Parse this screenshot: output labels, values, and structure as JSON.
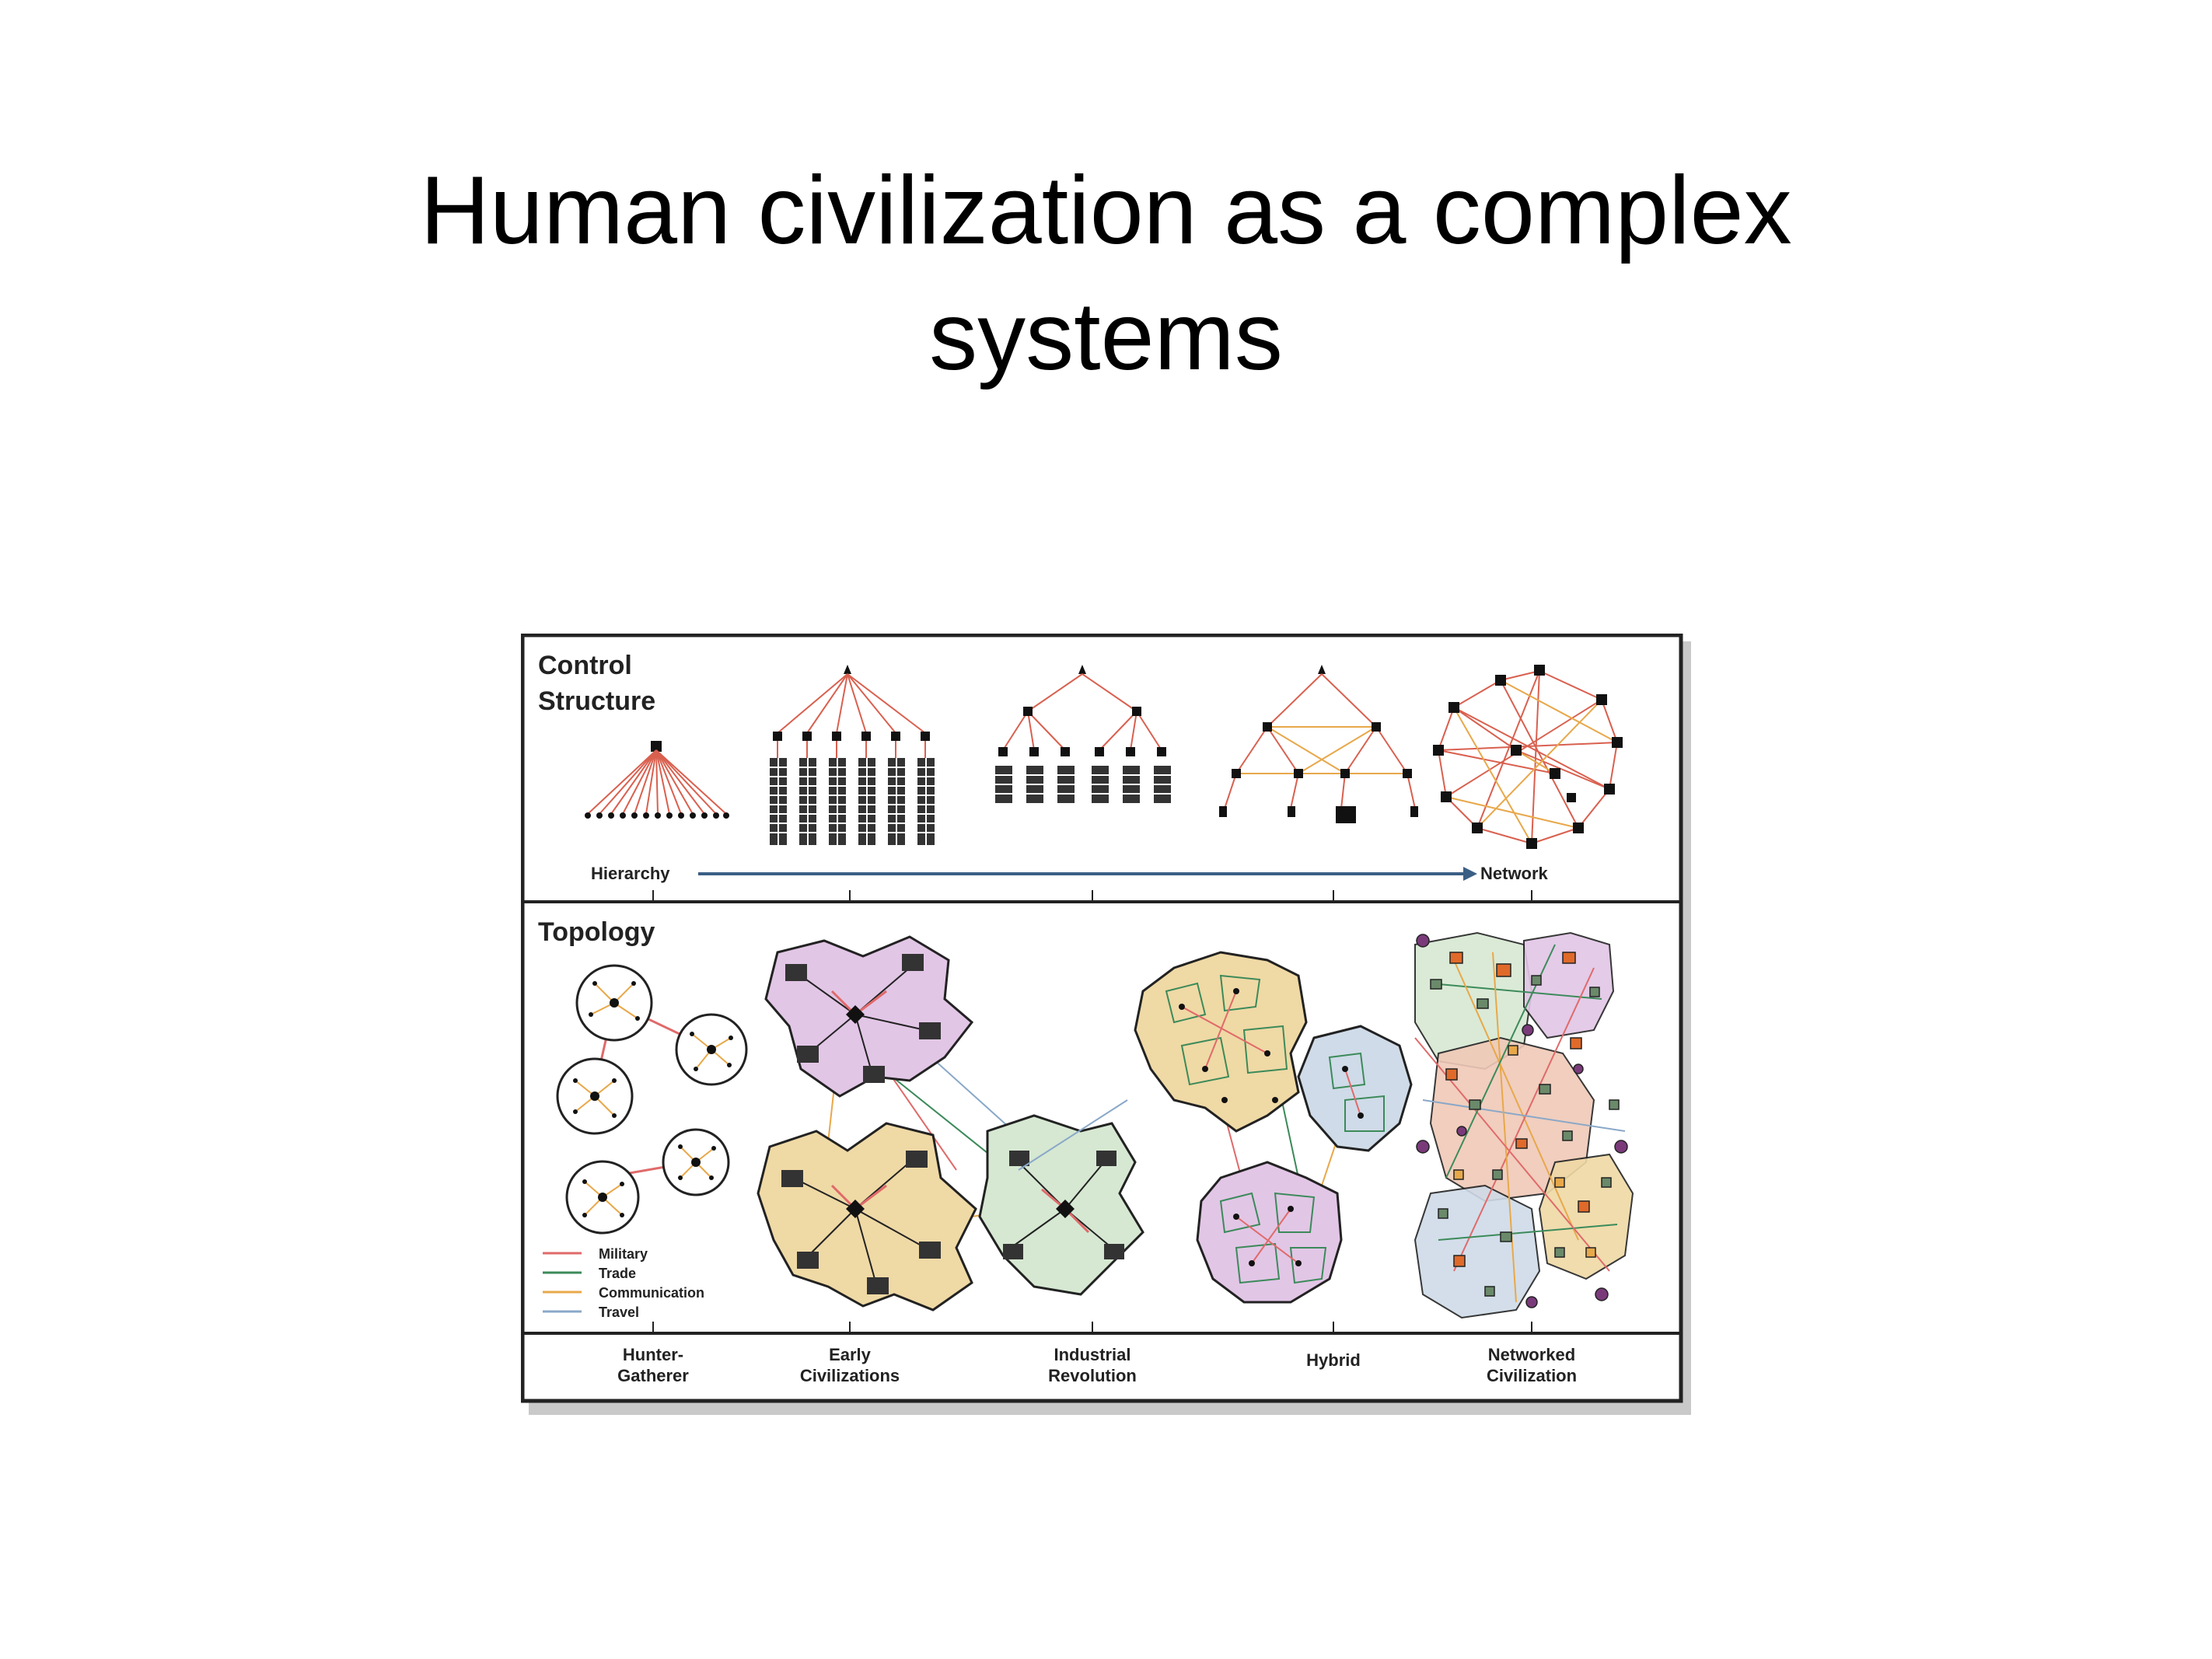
{
  "slide": {
    "title_line1": "Human civilization as a complex",
    "title_line2": "systems"
  },
  "figure": {
    "control_structure": {
      "label_line1": "Control",
      "label_line2": "Structure"
    },
    "axis": {
      "start": "Hierarchy",
      "end": "Network"
    },
    "topology": {
      "label": "Topology"
    },
    "legend": [
      {
        "label": "Military",
        "color": "#e06a6a"
      },
      {
        "label": "Trade",
        "color": "#3c8a5a"
      },
      {
        "label": "Communication",
        "color": "#e8a84a"
      },
      {
        "label": "Travel",
        "color": "#8aa8c8"
      }
    ],
    "eras": [
      {
        "line1": "Hunter-",
        "line2": "Gatherer"
      },
      {
        "line1": "Early",
        "line2": "Civilizations"
      },
      {
        "line1": "Industrial",
        "line2": "Revolution"
      },
      {
        "line1": "Hybrid",
        "line2": ""
      },
      {
        "line1": "Networked",
        "line2": "Civilization"
      }
    ]
  }
}
